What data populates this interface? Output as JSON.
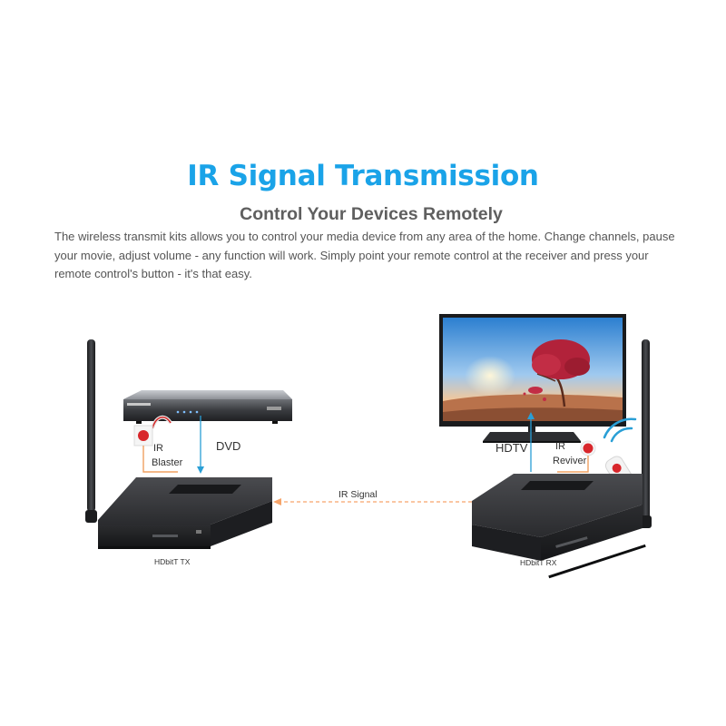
{
  "header": {
    "title": "IR Signal Transmission",
    "subtitle": "Control Your Devices Remotely"
  },
  "description": {
    "lines": [
      "The wireless transmit kits allows you to control your media device from any area of the home. Change channels, pause",
      "your movie, adjust volume - any function will work. Simply point your remote control at the receiver and press your",
      "remote control's button - it's that easy."
    ]
  },
  "diagram": {
    "dvd_label": "DVD",
    "hdtv_label": "HDTV",
    "ir_blaster_label": [
      "IR",
      "Blaster"
    ],
    "ir_receiver_label": [
      "IR",
      "Reviver"
    ],
    "ir_signal_label": "IR Signal",
    "tx_label": "HDbitT TX",
    "rx_label": "HDbitT RX",
    "colors": {
      "accent_orange": "#f0a060",
      "signal_line": "#f6a46a",
      "ir_red": "#d8262b",
      "link_blue": "#2a9fd6",
      "device_dark": "#26272a"
    }
  }
}
